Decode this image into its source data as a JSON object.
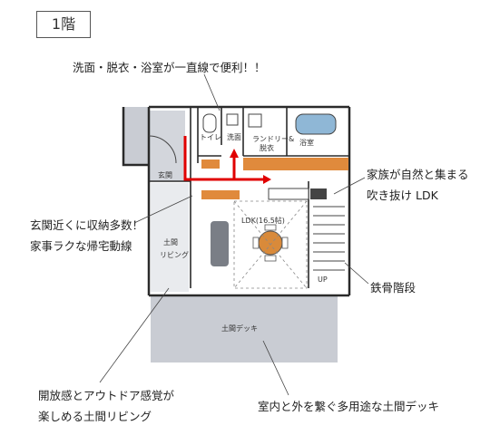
{
  "floor_title": "1階",
  "callouts": {
    "top": "洗面・脱衣・浴室が一直線で便利！！",
    "storage_1": "玄関近くに収納多数！",
    "storage_2": "家事ラクな帰宅動線",
    "ldk_1": "家族が自然と集まる",
    "ldk_2": "吹き抜け LDK",
    "stairs": "鉄骨階段",
    "living_1": "開放感とアウトドア感覚が",
    "living_2": "楽しめる土間リビング",
    "deck": "室内と外を繋ぐ多用途な土間デッキ"
  },
  "rooms": {
    "toilet": "トイレ",
    "washroom": "洗面",
    "laundry_1": "ランドリー&",
    "laundry_2": "脱衣",
    "bath": "浴室",
    "entrance": "玄関",
    "doma_living_1": "土間",
    "doma_living_2": "リビング",
    "ldk": "LDK(16.5帖)",
    "deck": "土間デッキ",
    "up": "UP"
  },
  "colors": {
    "arrow": "#e00000",
    "wood": "#e08a3c",
    "deck_gray": "#c9ccd3",
    "wall": "#2a2a2a",
    "table": "#d98a3a",
    "bath": "#8fb7d6"
  }
}
